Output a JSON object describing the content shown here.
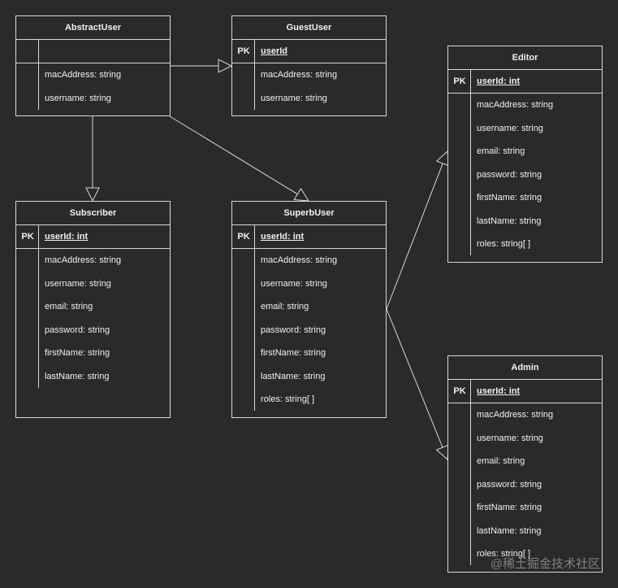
{
  "diagram": {
    "entities": {
      "abstract_user": {
        "title": "AbstractUser",
        "pk_label": "",
        "pk_field": "",
        "fields": [
          "macAddress: string",
          "username: string"
        ]
      },
      "guest_user": {
        "title": "GuestUser",
        "pk_label": "PK",
        "pk_field": "userId",
        "fields": [
          "macAddress: string",
          "username: string"
        ]
      },
      "editor": {
        "title": "Editor",
        "pk_label": "PK",
        "pk_field": "userId: int",
        "fields": [
          "macAddress: string",
          "username: string",
          "email: string",
          "password: string",
          "firstName: string",
          "lastName: string",
          "roles: string[ ]"
        ]
      },
      "subscriber": {
        "title": "Subscriber",
        "pk_label": "PK",
        "pk_field": "userId: int",
        "fields": [
          "macAddress: string",
          "username: string",
          "email: string",
          "password: string",
          "firstName: string",
          "lastName: string"
        ]
      },
      "superb_user": {
        "title": "SuperbUser",
        "pk_label": "PK",
        "pk_field": "userId: int",
        "fields": [
          "macAddress: string",
          "username: string",
          "email: string",
          "password: string",
          "firstName: string",
          "lastName: string",
          "roles: string[ ]"
        ]
      },
      "admin": {
        "title": "Admin",
        "pk_label": "PK",
        "pk_field": "userId: int",
        "fields": [
          "macAddress: string",
          "username: string",
          "email: string",
          "password: string",
          "firstName: string",
          "lastName: string",
          "roles: string[ ]"
        ]
      }
    },
    "relations": [
      {
        "from": "abstract_user",
        "to": "guest_user",
        "type": "inheritance"
      },
      {
        "from": "abstract_user",
        "to": "subscriber",
        "type": "inheritance"
      },
      {
        "from": "abstract_user",
        "to": "superb_user",
        "type": "inheritance"
      },
      {
        "from": "superb_user",
        "to": "editor",
        "type": "inheritance"
      },
      {
        "from": "superb_user",
        "to": "admin",
        "type": "inheritance"
      }
    ],
    "colors": {
      "background": "#2a2a2a",
      "line": "#d8d8d8",
      "text": "#f0f0f0"
    }
  },
  "watermark": "@稀土掘金技术社区"
}
